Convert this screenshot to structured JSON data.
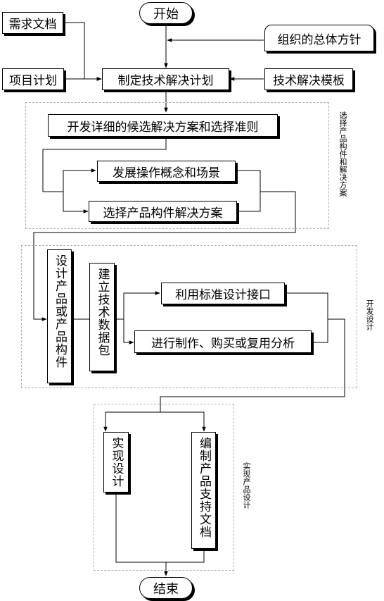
{
  "nodes": {
    "start": "开始",
    "requirements_doc": "需求文档",
    "project_plan": "项目计划",
    "org_policy": "组织的总体方针",
    "make_solution_plan": "制定技术解决计划",
    "solution_template": "技术解决模板",
    "develop_alternatives": "开发详细的候选解决方案和选择准则",
    "develop_concepts": "发展操作概念和场景",
    "select_solutions": "选择产品构件解决方案",
    "design_product": "设计产品或产品构件",
    "build_data_package": "建立技术数据包",
    "use_standard_interface": "利用标准设计接口",
    "make_buy_reuse": "进行制作、购买或复用分析",
    "implement_design": "实现设计",
    "product_support_docs": "编制产品支持文档",
    "end": "结束"
  },
  "groups": {
    "select": "选择产品构件和解决方案",
    "develop": "开发设计",
    "implement": "实现产品设计"
  }
}
